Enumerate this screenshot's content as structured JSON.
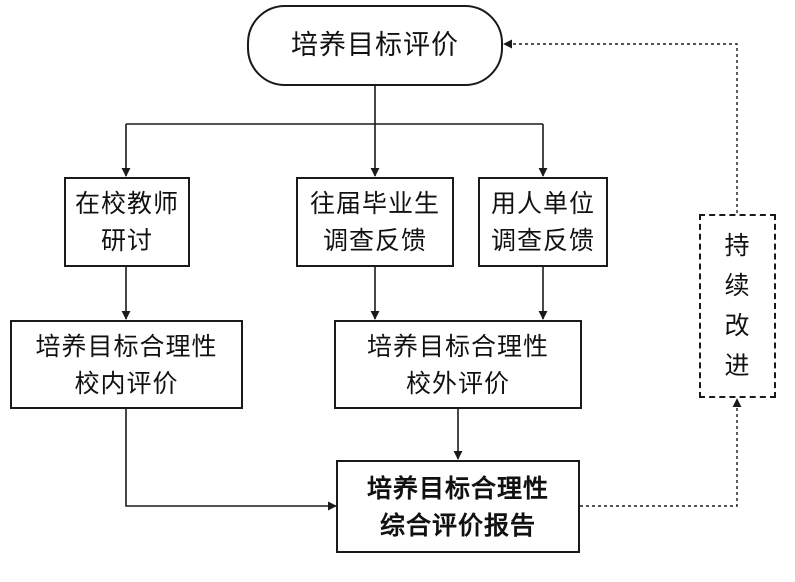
{
  "diagram": {
    "top": {
      "label": "培养目标评价"
    },
    "sources": [
      {
        "line1": "在校教师",
        "line2": "研讨"
      },
      {
        "line1": "往届毕业生",
        "line2": "调查反馈"
      },
      {
        "line1": "用人单位",
        "line2": "调查反馈"
      }
    ],
    "internal_eval": {
      "line1": "培养目标合理性",
      "line2": "校内评价"
    },
    "external_eval": {
      "line1": "培养目标合理性",
      "line2": "校外评价"
    },
    "report": {
      "line1": "培养目标合理性",
      "line2": "综合评价报告"
    },
    "improve": {
      "chars": [
        "持",
        "续",
        "改",
        "进"
      ]
    }
  }
}
